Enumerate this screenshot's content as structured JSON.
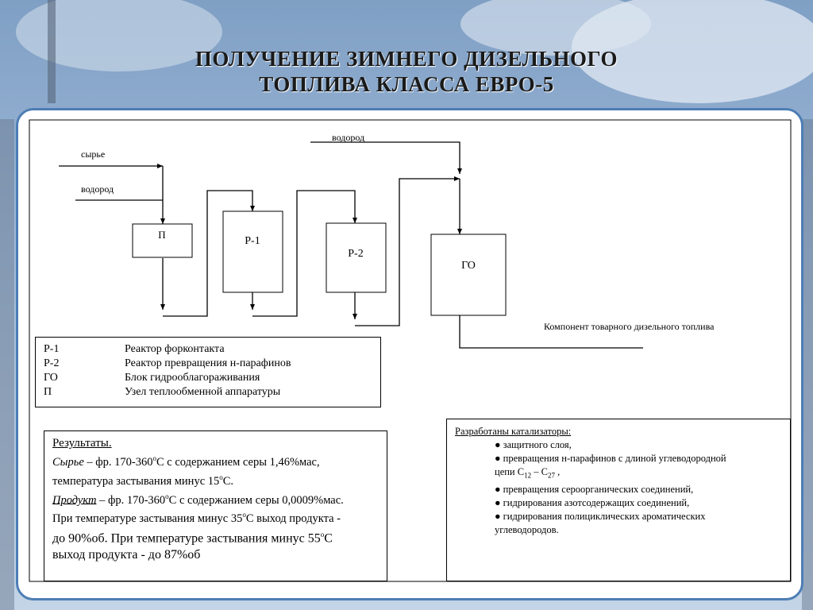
{
  "title": {
    "line1": "ПОЛУЧЕНИЕ ЗИМНЕГО ДИЗЕЛЬНОГО",
    "line2": "ТОПЛИВА КЛАССА ЕВРО-5"
  },
  "diagram": {
    "labels": {
      "feed": "сырье",
      "hydrogen_left": "водород",
      "hydrogen_top": "водород",
      "product": "Компонент товарного дизельного топлива"
    },
    "blocks": {
      "p": "П",
      "r1": "Р-1",
      "r2": "Р-2",
      "go": "ГО"
    }
  },
  "legend": [
    {
      "code": "Р-1",
      "desc": "Реактор  форконтакта"
    },
    {
      "code": "Р-2",
      "desc": "Реактор  превращения  н-парафинов"
    },
    {
      "code": "ГО",
      "desc": "Блок  гидрооблагораживания"
    },
    {
      "code": "П",
      "desc": "Узел теплообменной  аппаратуры"
    }
  ],
  "results": {
    "heading": "Результаты.",
    "feed_label": "Сырье",
    "feed_text": " – фр. 170-360",
    "feed_text2": "С с содержанием серы 1,46%мас,",
    "feed_line2": "температура застывания минус 15",
    "feed_line2_end": "С.",
    "product_label": "Продукт",
    "product_text": " – фр. 170-360",
    "product_text2": "С с содержанием серы 0,0009%мас.",
    "line4": "При температуре застывания  минус 35",
    "line4_end": "С выход продукта -",
    "line5": "до 90%об. При температуре застывания  минус 55",
    "line5_end": "С",
    "line6": "выход продукта - до 87%об",
    "deg": "о"
  },
  "catalysts": {
    "heading": "Разработаны катализаторы:",
    "item1": "● защитного слоя,",
    "item2": "●  превращения н-парафинов с длиной углеводородной",
    "item2_cont_pre": "цепи С",
    "item2_sub1": "12",
    "item2_mid": " – С",
    "item2_sub2": "27",
    "item2_end": " ,",
    "item3": "● превращения сероорганических соединений,",
    "item4": "● гидрирования азотсодержащих соединений,",
    "item5": "● гидрирования полициклических ароматических",
    "item5_cont": "углеводородов."
  },
  "colors": {
    "frame_border": "#4d7eb5",
    "sky": "#9fb9d8"
  }
}
